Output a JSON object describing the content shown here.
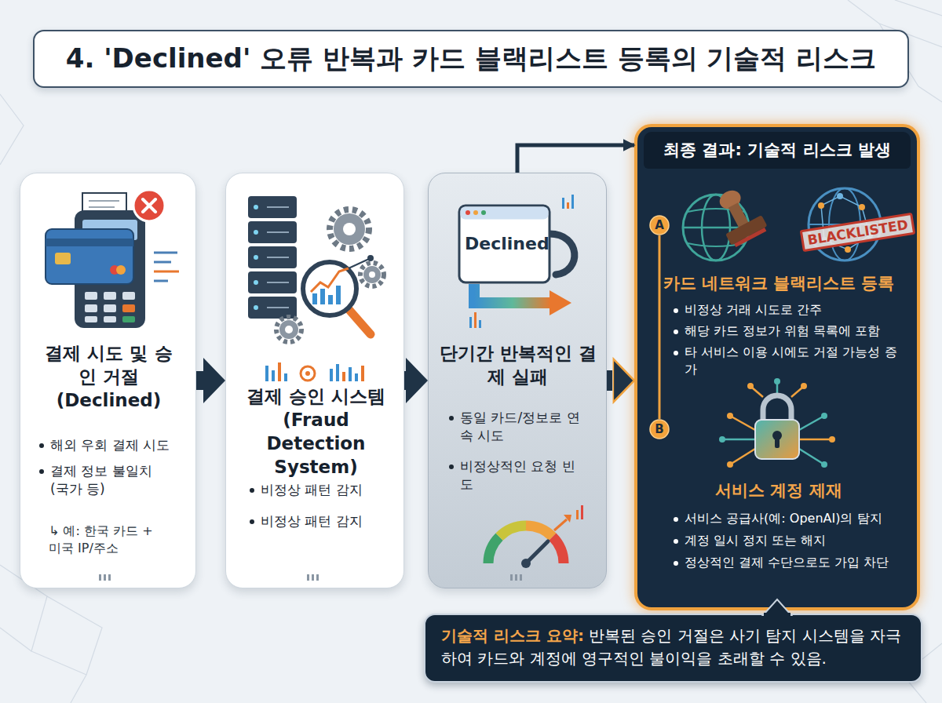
{
  "diagram": {
    "title": "4. 'Declined' 오류 반복과 카드 블랙리스트 등록의 기술적 리스크",
    "nodes": [
      {
        "text": [
          "결제 시도 및 승인 거절 (Declined)",
          "해외 우회 결제 시도",
          "결제 정보 불일치 (국가 등)",
          "↳ 예: 한국 카드 + 미국 IP/주소"
        ]
      },
      {
        "text": [
          "결제 승인 시스템 (Fraud Detection System)",
          "비정상 패턴 감지",
          "비정상 패턴 감지"
        ]
      },
      {
        "text": [
          "단기간 반복적인 결제 실패",
          "동일 카드/정보로 연속 시도",
          "비정상적인 요청 빈도"
        ]
      },
      {
        "text": [
          "최종 결과: 기술적 리스크 발생",
          "카드 네트워크 블랙리스트 등록",
          "비정상 거래 시도로 간주",
          "해당 카드 정보가 위험 목록에 포함",
          "타 서비스 이용 시에도 거절 가능성 증가",
          "서비스 계정 제재",
          "서비스 공급사(예: OpenAI)의 탐지",
          "계정 일시 정지 또는 해지",
          "정상적인 결제 수단으로도 가입 차단"
        ]
      },
      {
        "text": [
          "A"
        ],
        "in": 3
      },
      {
        "text": [
          "B"
        ],
        "in": 3
      },
      {
        "text": [
          "기술적 리스크 요약:",
          "반복된 승인 거절은 사기 탐지 시스템을 자극하여 카드와 계정에 영구적인 불이익을 초래할 수 있음."
        ]
      }
    ],
    "edges": [
      {
        "from": 0,
        "to": 1,
        "arrow": "to"
      },
      {
        "from": 1,
        "to": 2,
        "arrow": "to"
      },
      {
        "from": 2,
        "to": 3,
        "arrow": "to"
      },
      {
        "from": 2,
        "to": 3,
        "arrow": "to"
      },
      {
        "from": 4,
        "to": 5,
        "arrow": "none"
      }
    ],
    "labels": [
      "Declined",
      "BLACKLISTED"
    ]
  }
}
